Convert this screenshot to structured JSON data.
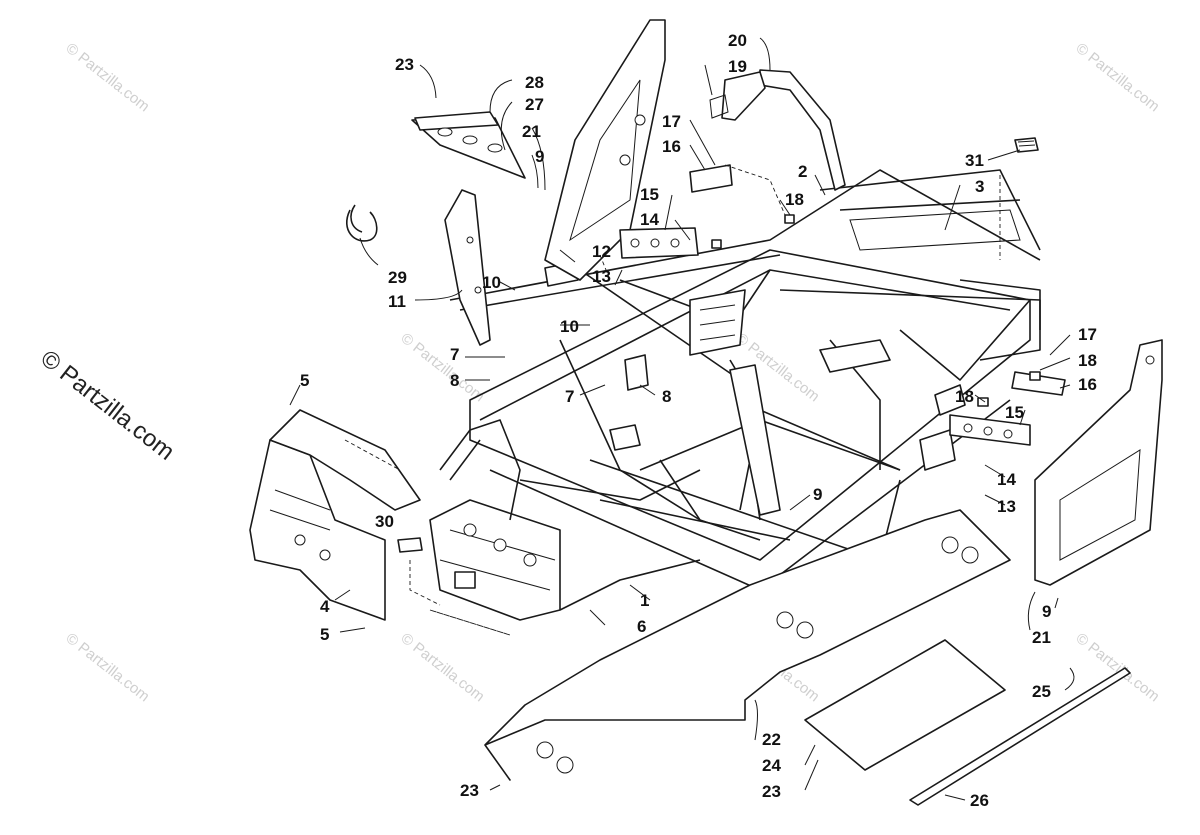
{
  "watermark": "© Partzilla.com",
  "copyright": "© Partzilla.com",
  "callouts": {
    "c1": "1",
    "c2": "2",
    "c3": "3",
    "c4": "4",
    "c5a": "5",
    "c5b": "5",
    "c6": "6",
    "c7a": "7",
    "c7b": "7",
    "c8a": "8",
    "c8b": "8",
    "c9a": "9",
    "c9b": "9",
    "c9c": "9",
    "c10a": "10",
    "c10b": "10",
    "c11": "11",
    "c12": "12",
    "c13a": "13",
    "c13b": "13",
    "c14a": "14",
    "c14b": "14",
    "c15a": "15",
    "c15b": "15",
    "c16a": "16",
    "c16b": "16",
    "c17a": "17",
    "c17b": "17",
    "c18a": "18",
    "c18b": "18",
    "c18c": "18",
    "c19": "19",
    "c20": "20",
    "c21a": "21",
    "c21b": "21",
    "c22": "22",
    "c23a": "23",
    "c23b": "23",
    "c23c": "23",
    "c24": "24",
    "c25": "25",
    "c26": "26",
    "c27": "27",
    "c28": "28",
    "c29": "29",
    "c30": "30",
    "c31": "31"
  }
}
